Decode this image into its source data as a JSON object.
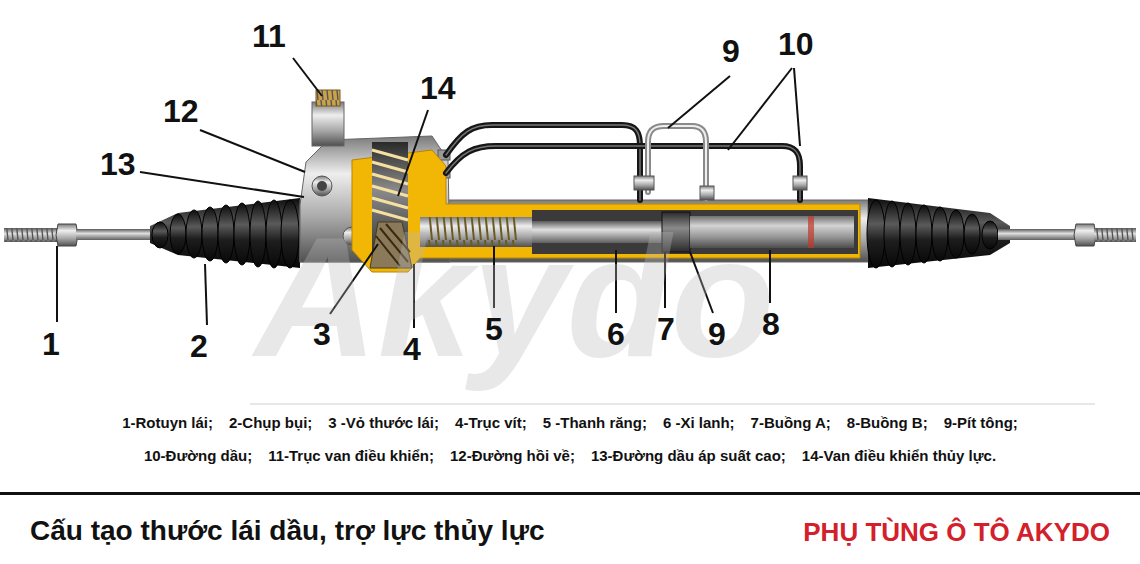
{
  "diagram": {
    "caption": "Cấu tạo thước lái dầu, trợ lực thủy lực",
    "labels": [
      "11",
      "14",
      "12",
      "13",
      "9",
      "10",
      "1",
      "2",
      "3",
      "4",
      "5",
      "6",
      "7",
      "9",
      "8",
      "1-Rotuyn lái;",
      "2-Chụp bụi;",
      "3 -Vỏ thước lái;",
      "4-Trục vít;",
      "5 -Thanh răng;",
      "6 -Xi lanh;",
      "7-Buồng A;",
      "8-Buồng B;",
      "9-Pít tông;",
      "10-Đường dầu;",
      "11-Trục van điều khiển;",
      "12-Đường hồi về;",
      "13-Đường dầu áp suất cao;",
      "14-Van điều khiển thủy lực.",
      "PHỤ TÙNG Ô TÔ AKYDO",
      "Akydo"
    ]
  }
}
